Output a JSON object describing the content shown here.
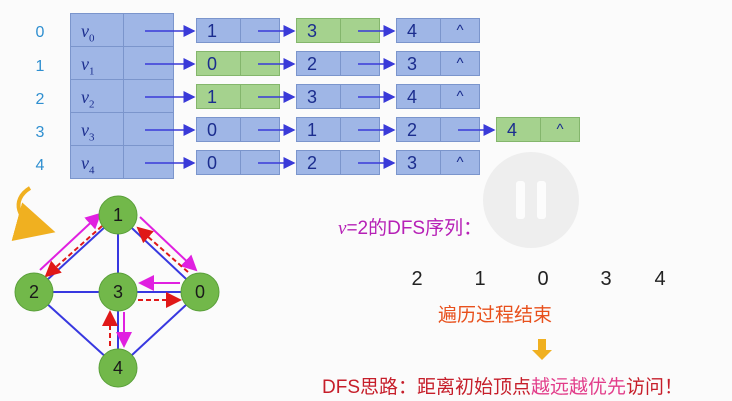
{
  "index_labels": [
    "0",
    "1",
    "2",
    "3",
    "4"
  ],
  "vertex_labels": [
    {
      "main": "v",
      "sub": "0"
    },
    {
      "main": "v",
      "sub": "1"
    },
    {
      "main": "v",
      "sub": "2"
    },
    {
      "main": "v",
      "sub": "3"
    },
    {
      "main": "v",
      "sub": "4"
    }
  ],
  "adjacency": [
    {
      "nodes": [
        {
          "value": "1",
          "visited": false
        },
        {
          "value": "3",
          "visited": true
        },
        {
          "value": "4",
          "visited": false
        }
      ],
      "null_symbol": "^"
    },
    {
      "nodes": [
        {
          "value": "0",
          "visited": true
        },
        {
          "value": "2",
          "visited": false
        },
        {
          "value": "3",
          "visited": false
        }
      ],
      "null_symbol": "^"
    },
    {
      "nodes": [
        {
          "value": "1",
          "visited": true
        },
        {
          "value": "3",
          "visited": false
        },
        {
          "value": "4",
          "visited": false
        }
      ],
      "null_symbol": "^"
    },
    {
      "nodes": [
        {
          "value": "0",
          "visited": false
        },
        {
          "value": "1",
          "visited": false
        },
        {
          "value": "2",
          "visited": false
        },
        {
          "value": "4",
          "visited": true
        }
      ],
      "null_symbol": "^"
    },
    {
      "nodes": [
        {
          "value": "0",
          "visited": false
        },
        {
          "value": "2",
          "visited": false
        },
        {
          "value": "3",
          "visited": false
        }
      ],
      "null_symbol": "^"
    }
  ],
  "graph": {
    "nodes": [
      "1",
      "2",
      "3",
      "0",
      "4"
    ]
  },
  "sequence": {
    "title_var": "v",
    "title_rest": "=2的DFS序列：",
    "order": [
      "2",
      "1",
      "0",
      "3",
      "4"
    ]
  },
  "end_text": "遍历过程结束",
  "bottom": {
    "part1": "DFS思路：距离初始顶点",
    "highlight": "越远越优先",
    "part2": "访问！"
  },
  "colors": {
    "visited_green": "#a5d28e",
    "cell_blue": "#9fb6e6",
    "forward_magenta": "#e020e0",
    "back_red": "#e01818",
    "edge_blue": "#3838e0",
    "node_green": "#72b84a"
  }
}
